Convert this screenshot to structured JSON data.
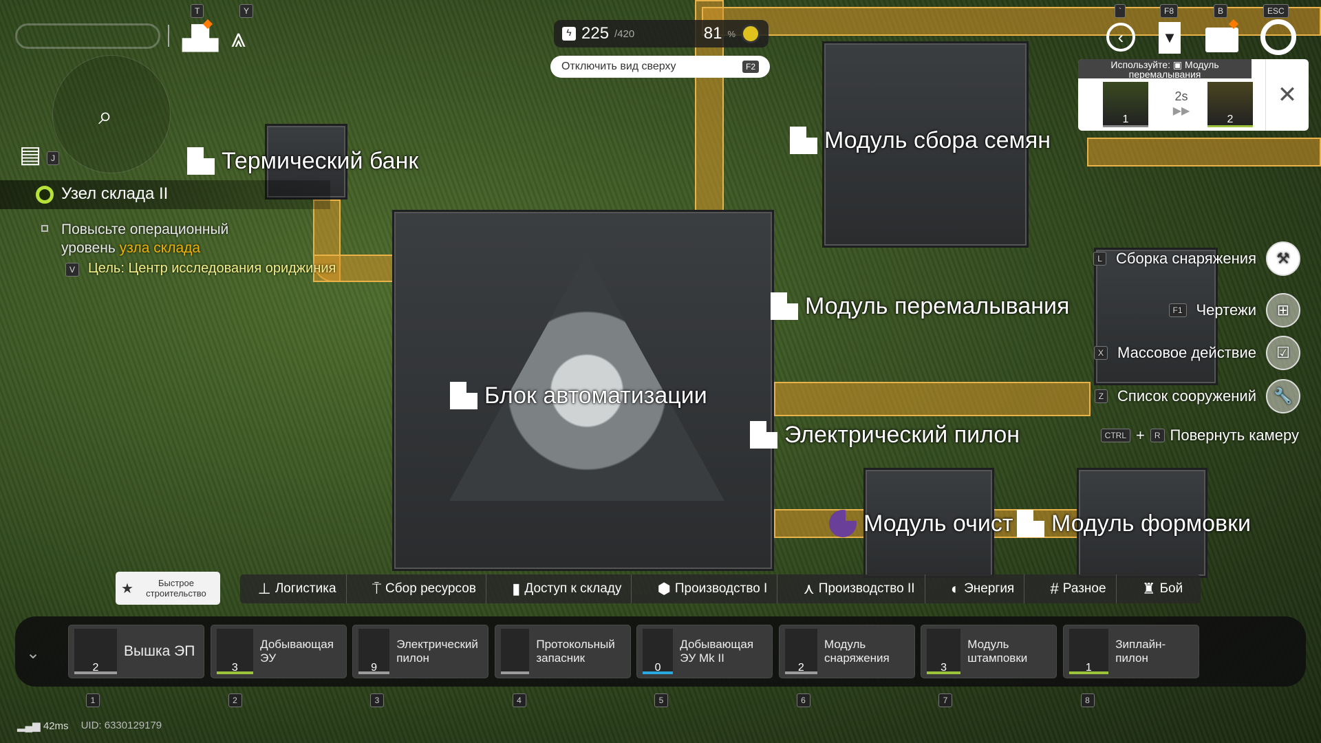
{
  "hud": {
    "power_current": "225",
    "power_max": "/420",
    "percent": "81",
    "percent_sign": "%",
    "toggle_view_label": "Отключить вид сверху",
    "toggle_view_key": "F2",
    "hotkey_t": "T",
    "hotkey_y": "Y",
    "hotkey_j": "J",
    "top_keys": [
      "`",
      "F8",
      "B",
      "ESC"
    ]
  },
  "quest": {
    "title": "Узел склада II",
    "line1": "Повысьте операционный",
    "line2_prefix": "уровень ",
    "line2_highlight": "узла склада",
    "goal_key": "V",
    "goal": "Цель: Центр исследования ориджиния"
  },
  "recipe": {
    "use_prefix": "Используйте:",
    "use_module": "Модуль перемалывания",
    "input_count": "1",
    "time": "2s",
    "output_count": "2"
  },
  "buildings": [
    "Термический банк",
    "Модуль сбора семян",
    "Блок автоматизации",
    "Модуль перемалывания",
    "Электрический пилон",
    "Модуль очист",
    "Модуль формовки"
  ],
  "right_menu": [
    {
      "key": "L",
      "label": "Сборка снаряжения"
    },
    {
      "key": "F1",
      "label": "Чертежи"
    },
    {
      "key": "X",
      "label": "Массовое действие"
    },
    {
      "key": "Z",
      "label": "Список сооружений"
    }
  ],
  "camera": {
    "key1": "CTRL",
    "plus": "+",
    "key2": "R",
    "label": "Повернуть камеру"
  },
  "quick_build": "Быстрое строительство",
  "categories": [
    "Логистика",
    "Сбор ресурсов",
    "Доступ к складу",
    "Производство I",
    "Производство II",
    "Энергия",
    "Разное",
    "Бой"
  ],
  "hotbar": [
    {
      "name": "Вышка ЭП",
      "count": "2",
      "slot": "1"
    },
    {
      "name": "Добывающая ЭУ",
      "count": "3",
      "slot": "2"
    },
    {
      "name": "Электрический пилон",
      "count": "9",
      "slot": "3"
    },
    {
      "name": "Протокольный запасник",
      "count": "",
      "slot": "4"
    },
    {
      "name": "Добывающая ЭУ Mk II",
      "count": "0",
      "slot": "5"
    },
    {
      "name": "Модуль снаряжения",
      "count": "2",
      "slot": "6"
    },
    {
      "name": "Модуль штамповки",
      "count": "3",
      "slot": "7"
    },
    {
      "name": "Зиплайн-пилон",
      "count": "1",
      "slot": "8"
    }
  ],
  "footer": {
    "ping": "42ms",
    "uid": "UID: 6330129179"
  },
  "colors": {
    "accent": "#f0b400",
    "quest_green": "#b6e23a",
    "goal_yellow": "#f3f08a"
  }
}
